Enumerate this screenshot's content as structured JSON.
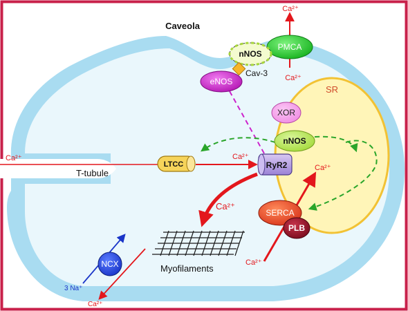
{
  "labels": {
    "caveola": "Caveola",
    "sr": "SR",
    "t_tubule": "T-tubule",
    "myofilaments": "Myofilaments",
    "sodium": "3 Na⁺"
  },
  "proteins": {
    "pmca": "PMCA",
    "nnos_top": "nNOS",
    "cav3": "Cav-3",
    "enos": "eNOS",
    "xor": "XOR",
    "nnos_sr": "nNOS",
    "ltcc": "LTCC",
    "ryr2": "RyR2",
    "serca": "SERCA",
    "plb": "PLB",
    "ncx": "NCX"
  },
  "calcium": {
    "pmca_out": "Ca²⁺",
    "pmca_in": "Ca²⁺",
    "t_tubule_entry": "Ca²⁺",
    "ltcc_to_ryr2": "Ca²⁺",
    "serca_uptake": "Ca²⁺",
    "sr_release": "Ca²⁺",
    "myofilaments_return": "Ca²⁺",
    "ncx_out": "Ca²⁺"
  },
  "colors": {
    "border": "#c8204a",
    "membrane": "#a9dcf1",
    "cytoplasm": "#eaf7fc",
    "sr_fill": "#fff5b8",
    "sr_border": "#f2c234",
    "calcium_red": "#e3171c",
    "no_green": "#2aa52a",
    "enos_purple": "#cc22cc",
    "ncx_blue": "#1a35c8"
  }
}
